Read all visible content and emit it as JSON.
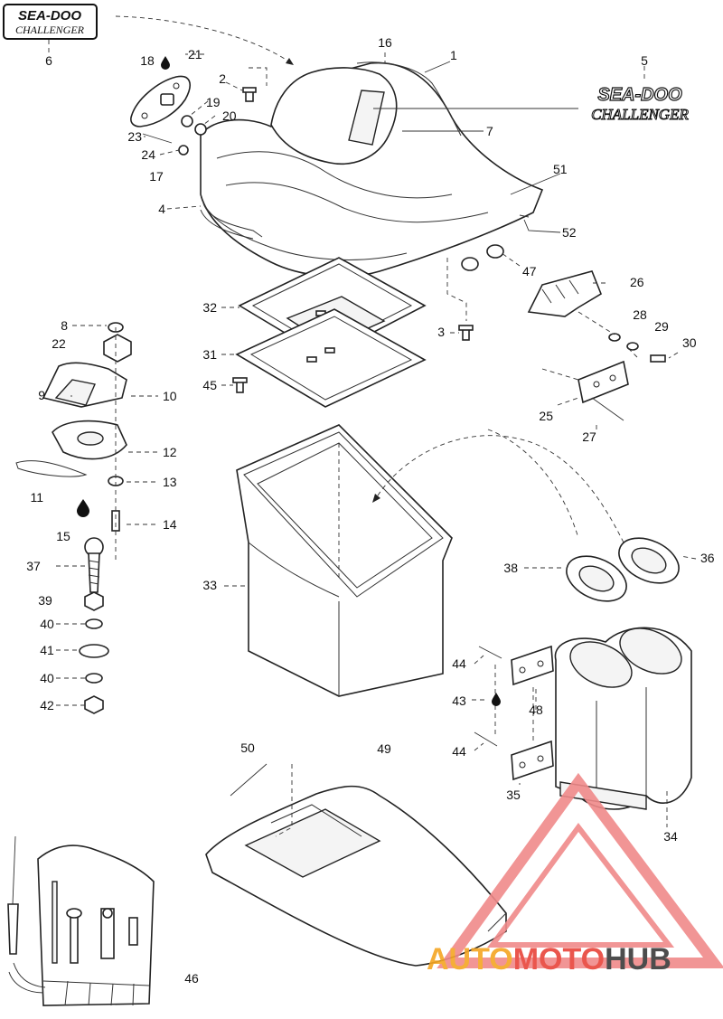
{
  "diagram": {
    "parts": [
      {
        "id": "p1",
        "label": "1"
      },
      {
        "id": "p2",
        "label": "2"
      },
      {
        "id": "p3",
        "label": "3"
      },
      {
        "id": "p4",
        "label": "4"
      },
      {
        "id": "p5",
        "label": "5"
      },
      {
        "id": "p6",
        "label": "6"
      },
      {
        "id": "p7",
        "label": "7"
      },
      {
        "id": "p8",
        "label": "8"
      },
      {
        "id": "p9",
        "label": "9"
      },
      {
        "id": "p10",
        "label": "10"
      },
      {
        "id": "p11",
        "label": "11"
      },
      {
        "id": "p12",
        "label": "12"
      },
      {
        "id": "p13",
        "label": "13"
      },
      {
        "id": "p14",
        "label": "14"
      },
      {
        "id": "p15",
        "label": "15"
      },
      {
        "id": "p16",
        "label": "16"
      },
      {
        "id": "p17",
        "label": "17"
      },
      {
        "id": "p18",
        "label": "18"
      },
      {
        "id": "p19",
        "label": "19"
      },
      {
        "id": "p20",
        "label": "20"
      },
      {
        "id": "p21",
        "label": "21"
      },
      {
        "id": "p22",
        "label": "22"
      },
      {
        "id": "p23",
        "label": "23"
      },
      {
        "id": "p24",
        "label": "24"
      },
      {
        "id": "p25",
        "label": "25"
      },
      {
        "id": "p26",
        "label": "26"
      },
      {
        "id": "p27",
        "label": "27"
      },
      {
        "id": "p28",
        "label": "28"
      },
      {
        "id": "p29",
        "label": "29"
      },
      {
        "id": "p30",
        "label": "30"
      },
      {
        "id": "p31",
        "label": "31"
      },
      {
        "id": "p32",
        "label": "32"
      },
      {
        "id": "p33",
        "label": "33"
      },
      {
        "id": "p34",
        "label": "34"
      },
      {
        "id": "p35",
        "label": "35"
      },
      {
        "id": "p36",
        "label": "36"
      },
      {
        "id": "p37",
        "label": "37"
      },
      {
        "id": "p38",
        "label": "38"
      },
      {
        "id": "p39",
        "label": "39"
      },
      {
        "id": "p40a",
        "label": "40"
      },
      {
        "id": "p40b",
        "label": "40"
      },
      {
        "id": "p41",
        "label": "41"
      },
      {
        "id": "p42",
        "label": "42"
      },
      {
        "id": "p43",
        "label": "43"
      },
      {
        "id": "p44a",
        "label": "44"
      },
      {
        "id": "p44b",
        "label": "44"
      },
      {
        "id": "p45",
        "label": "45"
      },
      {
        "id": "p46",
        "label": "46"
      },
      {
        "id": "p47",
        "label": "47"
      },
      {
        "id": "p48",
        "label": "48"
      },
      {
        "id": "p49",
        "label": "49"
      },
      {
        "id": "p50",
        "label": "50"
      },
      {
        "id": "p51",
        "label": "51"
      },
      {
        "id": "p52",
        "label": "52"
      }
    ]
  },
  "decal_logo": {
    "brand": "SEA-DOO",
    "model": "CHALLENGER"
  },
  "watermark": {
    "text_left": "AUTO",
    "text_mid": "MOTO",
    "text_right": "HUB",
    "color_orange": "#f5a623",
    "color_red": "#e8443a",
    "color_gray": "#3a3a3a",
    "triangle_color": "#f08a8a"
  },
  "colors": {
    "line": "#222222",
    "background": "#ffffff"
  }
}
